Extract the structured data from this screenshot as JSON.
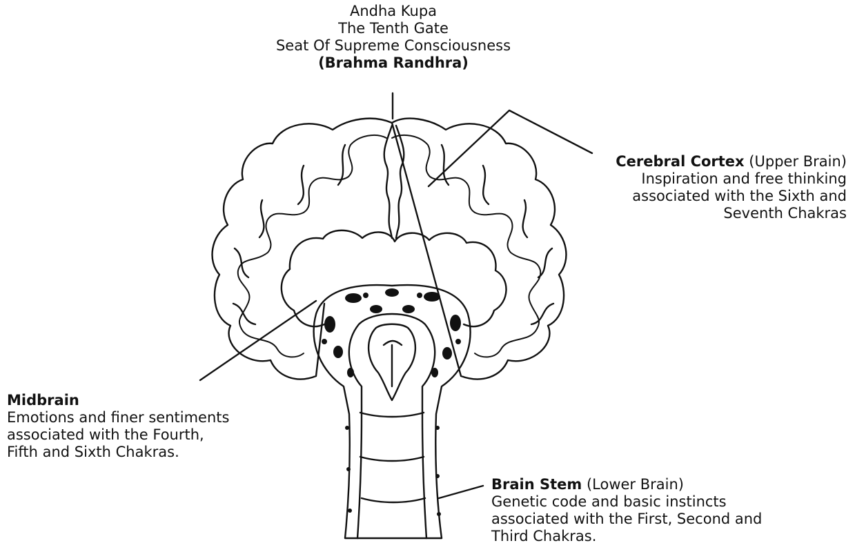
{
  "top_label": {
    "line1": "Andha Kupa",
    "line2": "The Tenth Gate",
    "line3": "Seat Of Supreme Consciousness",
    "line4": "(Brahma Randhra)"
  },
  "cortex_label": {
    "name": "Cerebral Cortex",
    "qualifier": "(Upper Brain)",
    "line1": "Inspiration and free thinking",
    "line2": "associated with the Sixth and",
    "line3": "Seventh Chakras"
  },
  "midbrain_label": {
    "name": "Midbrain",
    "line1": "Emotions and finer sentiments",
    "line2": "associated with the Fourth,",
    "line3": "Fifth and Sixth Chakras."
  },
  "stem_label": {
    "name": "Brain Stem",
    "qualifier": "(Lower Brain)",
    "line1": "Genetic code and basic instincts",
    "line2": "associated with the First, Second and",
    "line3": "Third Chakras."
  },
  "colors": {
    "ink": "#111111",
    "paper": "#ffffff"
  }
}
